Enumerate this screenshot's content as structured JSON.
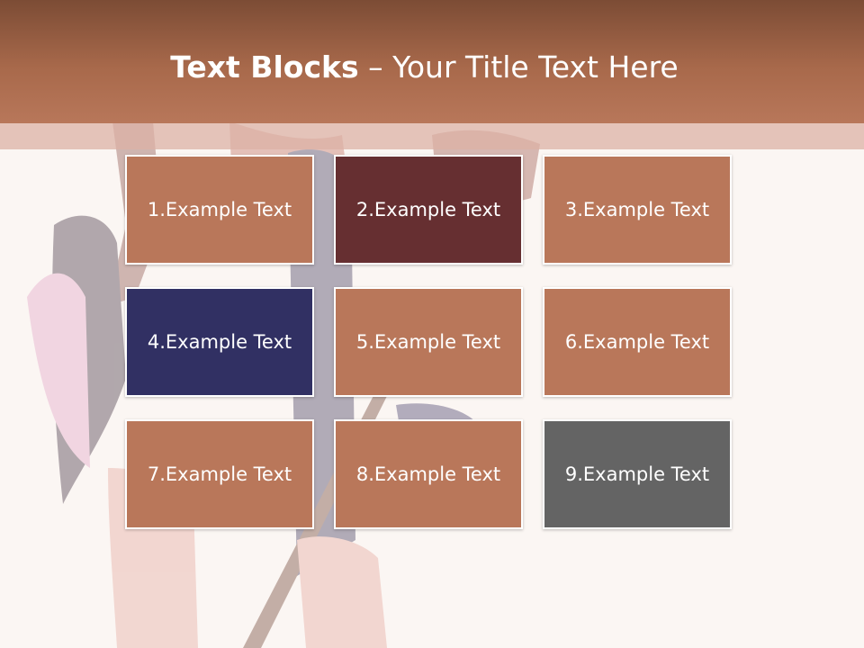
{
  "title": {
    "bold": "Text Blocks",
    "dash": " – ",
    "rest": "Your Title Text Here"
  },
  "blocks": [
    {
      "label": "1.Example Text",
      "color": "#b9775a"
    },
    {
      "label": "2.Example Text",
      "color": "#662f31"
    },
    {
      "label": "3.Example Text",
      "color": "#b9775a"
    },
    {
      "label": "4.Example Text",
      "color": "#313063"
    },
    {
      "label": "5.Example Text",
      "color": "#b9775a"
    },
    {
      "label": "6.Example Text",
      "color": "#b9775a"
    },
    {
      "label": "7.Example Text",
      "color": "#b9775a"
    },
    {
      "label": "8.Example Text",
      "color": "#b9775a"
    },
    {
      "label": "9.Example Text",
      "color": "#646464"
    }
  ]
}
